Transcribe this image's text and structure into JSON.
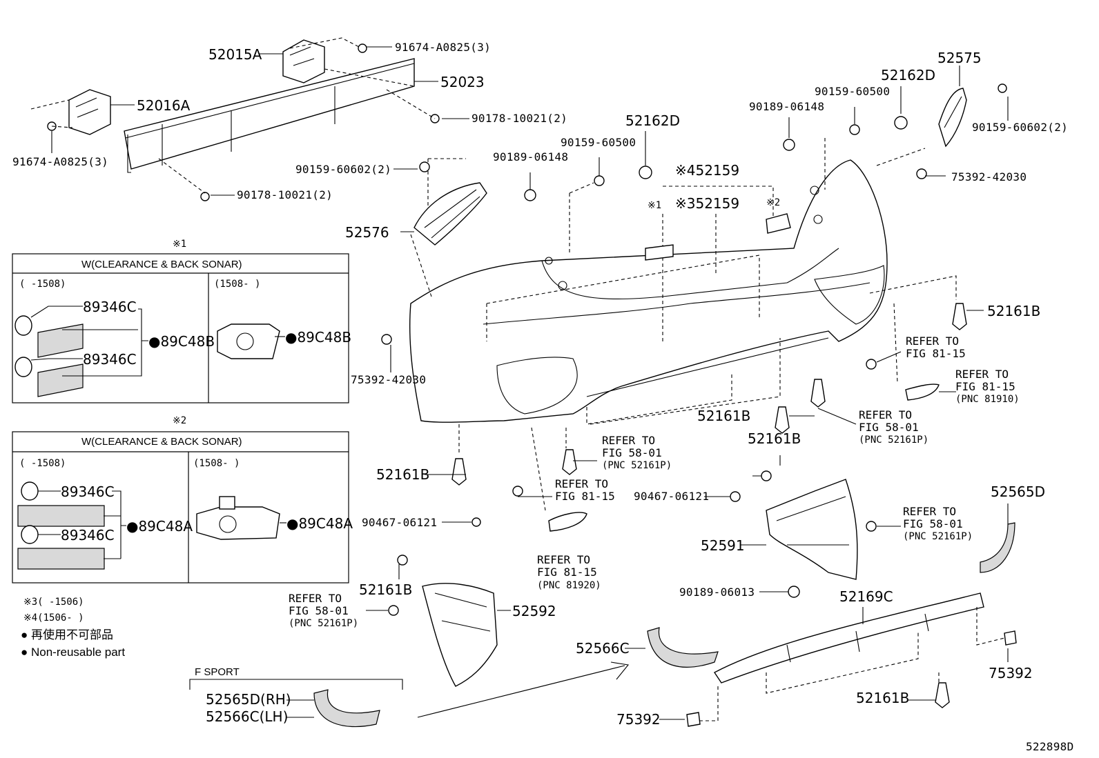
{
  "diagram_id": "522898D",
  "labels": {
    "p52015A": "52015A",
    "p52016A": "52016A",
    "p52023": "52023",
    "p91674_top": "91674-A0825(3)",
    "p91674_left": "91674-A0825(3)",
    "p90178_right": "90178-10021(2)",
    "p90178_bottom": "90178-10021(2)",
    "p90159_602_left": "90159-60602(2)",
    "p90189_mid": "90189-06148",
    "p90159_500_mid": "90159-60500",
    "p52162D_mid": "52162D",
    "p52576": "52576",
    "p52159_4": "※452159",
    "p52159_3": "※352159",
    "mark1": "※1",
    "mark2": "※2",
    "p90189_right": "90189-06148",
    "p90159_500_right": "90159-60500",
    "p52162D_right": "52162D",
    "p52575": "52575",
    "p90159_602_right": "90159-60602(2)",
    "p75392_42030_right": "75392-42030",
    "p75392_42030_left": "75392-42030",
    "p52161B_right": "52161B",
    "p52161B_mid": "52161B",
    "p52161B_c2": "52161B",
    "p52161B_left": "52161B",
    "p52161B_lower": "52161B",
    "p52161B_bottom": "52161B",
    "ref_81_15_a_1": "REFER TO",
    "ref_81_15_a_2": "FIG 81-15",
    "ref_81_15_b_1": "REFER TO",
    "ref_81_15_b_2": "FIG 81-15",
    "ref_81_15_b_3": "(PNC 81910)",
    "ref_58_01_a_1": "REFER TO",
    "ref_58_01_a_2": "FIG 58-01",
    "ref_58_01_a_3": "(PNC 52161P)",
    "ref_58_01_b_1": "REFER TO",
    "ref_58_01_b_2": "FIG 58-01",
    "ref_58_01_b_3": "(PNC 52161P)",
    "ref_81_15_c_1": "REFER TO",
    "ref_81_15_c_2": "FIG 81-15",
    "ref_81_15_d_1": "REFER TO",
    "ref_81_15_d_2": "FIG 81-15",
    "ref_81_15_d_3": "(PNC 81920)",
    "ref_58_01_c_1": "REFER TO",
    "ref_58_01_c_2": "FIG 58-01",
    "ref_58_01_c_3": "(PNC 52161P)",
    "ref_58_01_d_1": "REFER TO",
    "ref_58_01_d_2": "FIG 58-01",
    "ref_58_01_d_3": "(PNC 52161P)",
    "p90467_left": "90467-06121",
    "p90467_right": "90467-06121",
    "p52592": "52592",
    "p52591": "52591",
    "p90189_06013": "90189-06013",
    "p52565D": "52565D",
    "p52169C": "52169C",
    "p52566C": "52566C",
    "p75392_right": "75392",
    "p75392_bottom": "75392"
  },
  "box1": {
    "mark": "※1",
    "header": "W(CLEARANCE & BACK SONAR)",
    "left_range": "(      -1508)",
    "right_range": "(1508-      )",
    "part_a": "89346C",
    "part_b": "89346C",
    "assy_left": "●89C48B",
    "assy_right": "●89C48B"
  },
  "box2": {
    "mark": "※2",
    "header": "W(CLEARANCE & BACK SONAR)",
    "left_range": "(      -1508)",
    "right_range": "(1508-      )",
    "part_a": "89346C",
    "part_b": "89346C",
    "assy_left": "●89C48A",
    "assy_right": "●89C48A"
  },
  "notes": {
    "n3": "※3(      -1506)",
    "n4": "※4(1506-      )",
    "jp": "● 再使用不可部品",
    "en": "● Non-reusable part"
  },
  "fsport": {
    "title": "F SPORT",
    "rh": "52565D(RH)",
    "lh": "52566C(LH)"
  }
}
